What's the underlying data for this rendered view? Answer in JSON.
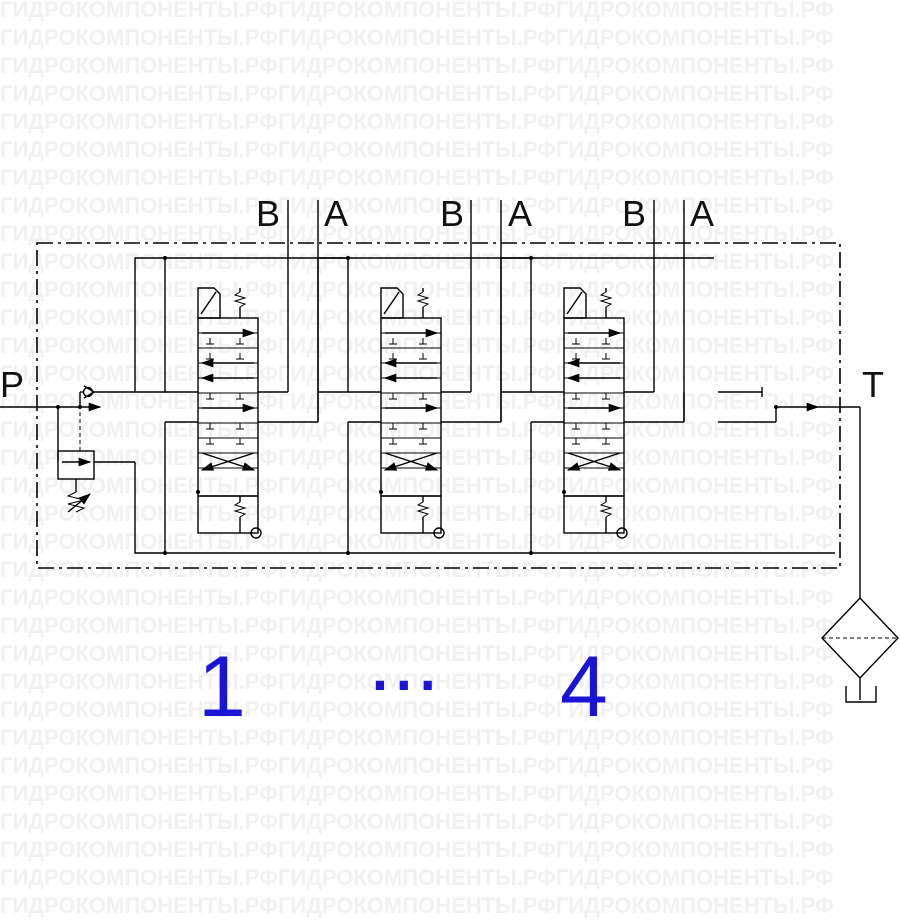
{
  "watermark": {
    "text": "ГИДРОКОМПОНЕНТЫ.РФГИДРОКОМПОНЕНТЫ.РФГИДРОКОМПОНЕНТЫ.РФ",
    "color": "#f1f1f1"
  },
  "ports": {
    "p": "P",
    "t": "T",
    "sections": [
      {
        "b": "B",
        "a": "A"
      },
      {
        "b": "B",
        "a": "A"
      },
      {
        "b": "B",
        "a": "A"
      }
    ]
  },
  "range": {
    "start": "1",
    "ellipsis": "...",
    "end": "4",
    "color": "#1a14d6"
  },
  "icons": [
    "relief-valve-icon",
    "check-valve-icon",
    "spool-valve-icon",
    "lever-icon",
    "spring-icon",
    "filter-icon",
    "tank-icon",
    "arrow-icon"
  ]
}
